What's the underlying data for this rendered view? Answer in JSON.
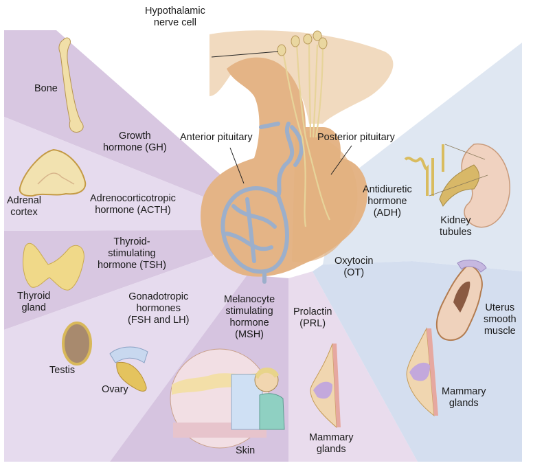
{
  "title": "Pituitary hormones and their target organs",
  "colors": {
    "purple_dark": "#d9c8e2",
    "purple_mid": "#e2d4ea",
    "purple_light": "#ebe0f0",
    "blue_light": "#dde6f3",
    "blue_mid": "#d3def0",
    "tissue": "#e8b98a",
    "tissue_dark": "#c98f5c",
    "vessel": "#9eb0cc",
    "nerve": "#e8d8a0"
  },
  "labels": {
    "hypothalamic": [
      "Hypothalamic",
      "nerve cell"
    ],
    "anterior": [
      "Anterior pituitary"
    ],
    "posterior": [
      "Posterior pituitary"
    ],
    "bone": [
      "Bone"
    ],
    "gh": [
      "Growth",
      "hormone (GH)"
    ],
    "adrenal": [
      "Adrenal",
      "cortex"
    ],
    "acth": [
      "Adrenocorticotropic",
      "hormone (ACTH)"
    ],
    "tsh": [
      "Thyroid-",
      "stimulating",
      "hormone (TSH)"
    ],
    "thyroid": [
      "Thyroid",
      "gland"
    ],
    "gonado": [
      "Gonadotropic",
      "hormones",
      "(FSH and LH)"
    ],
    "testis": [
      "Testis"
    ],
    "ovary": [
      "Ovary"
    ],
    "msh": [
      "Melanocyte",
      "stimulating",
      "hormone",
      "(MSH)"
    ],
    "skin": [
      "Skin"
    ],
    "prl": [
      "Prolactin",
      "(PRL)"
    ],
    "mammary1": [
      "Mammary",
      "glands"
    ],
    "adh": [
      "Antidiuretic",
      "hormone",
      "(ADH)"
    ],
    "kidney": [
      "Kidney",
      "tubules"
    ],
    "ot": [
      "Oxytocin",
      "(OT)"
    ],
    "uterus": [
      "Uterus",
      "smooth",
      "muscle"
    ],
    "mammary2": [
      "Mammary",
      "glands"
    ]
  }
}
